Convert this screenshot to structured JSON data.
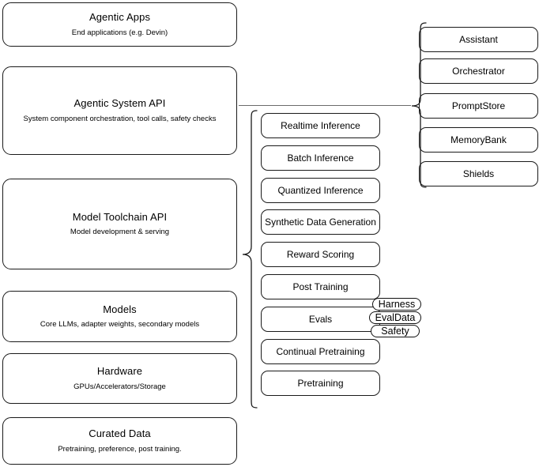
{
  "diagram": {
    "title": "AI stack layered architecture diagram",
    "stroke_color": "#1a1a1a",
    "background_color": "#ffffff",
    "connector_color": "#6b6b6b"
  },
  "layers": [
    {
      "id": "agentic-apps",
      "title": "Agentic Apps",
      "subtitle": "End applications (e.g. Devin)"
    },
    {
      "id": "agentic-system-api",
      "title": "Agentic System API",
      "subtitle": "System component orchestration, tool calls, safety checks"
    },
    {
      "id": "model-toolchain-api",
      "title": "Model Toolchain API",
      "subtitle": "Model development & serving"
    },
    {
      "id": "models",
      "title": "Models",
      "subtitle": "Core LLMs, adapter weights, secondary models"
    },
    {
      "id": "hardware",
      "title": "Hardware",
      "subtitle": "GPUs/Accelerators/Storage"
    },
    {
      "id": "curated-data",
      "title": "Curated Data",
      "subtitle": "Pretraining, preference, post training."
    }
  ],
  "toolchain_column": {
    "parent": "model-toolchain-api",
    "items": [
      {
        "id": "realtime-inference",
        "label": "Realtime Inference"
      },
      {
        "id": "batch-inference",
        "label": "Batch Inference"
      },
      {
        "id": "quantized-inference",
        "label": "Quantized Inference"
      },
      {
        "id": "synthetic-data-generation",
        "label": "Synthetic Data Generation"
      },
      {
        "id": "reward-scoring",
        "label": "Reward Scoring"
      },
      {
        "id": "post-training",
        "label": "Post Training"
      },
      {
        "id": "evals",
        "label": "Evals"
      },
      {
        "id": "continual-pretraining",
        "label": "Continual Pretraining"
      },
      {
        "id": "pretraining",
        "label": "Pretraining"
      }
    ]
  },
  "evals_pills": [
    {
      "id": "harness",
      "label": "Harness"
    },
    {
      "id": "evaldata",
      "label": "EvalData"
    },
    {
      "id": "safety",
      "label": "Safety"
    }
  ],
  "agentic_column": {
    "parent": "agentic-system-api",
    "items": [
      {
        "id": "assistant",
        "label": "Assistant"
      },
      {
        "id": "orchestrator",
        "label": "Orchestrator"
      },
      {
        "id": "promptstore",
        "label": "PromptStore"
      },
      {
        "id": "memorybank",
        "label": "MemoryBank"
      },
      {
        "id": "shields",
        "label": "Shields"
      }
    ]
  }
}
